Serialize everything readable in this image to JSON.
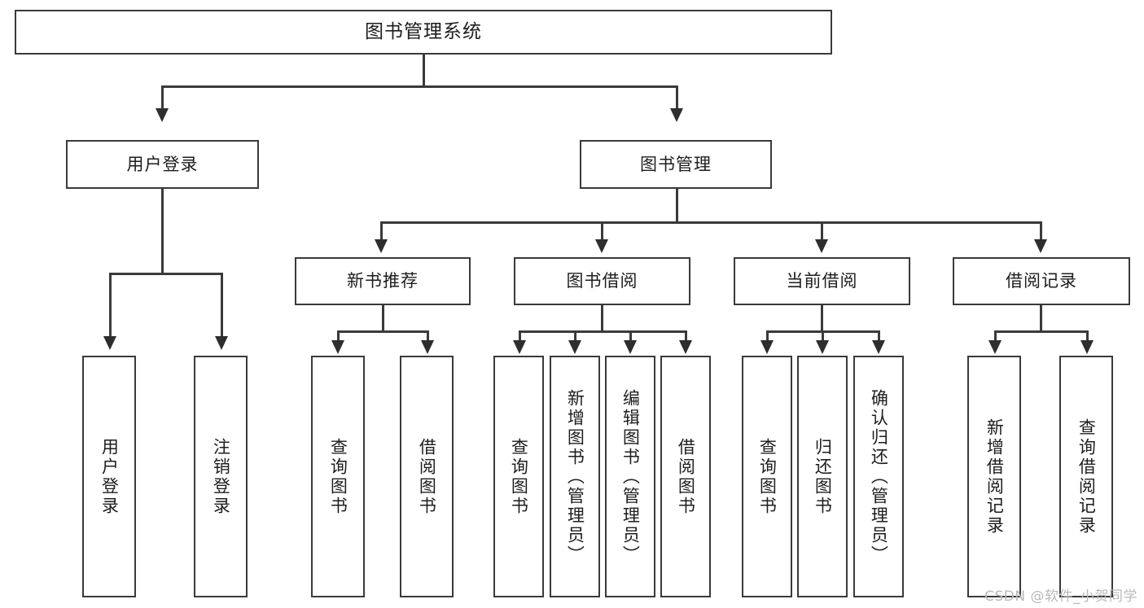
{
  "diagram": {
    "title": "图书管理系统",
    "type": "functional-structure-tree",
    "colors": {
      "stroke": "#3a3a3a",
      "fill": "#ffffff",
      "text": "#1d1d1d",
      "watermark": "#b9b9b9"
    },
    "root": {
      "label": "图书管理系统"
    },
    "level1": [
      {
        "label": "用户登录"
      },
      {
        "label": "图书管理"
      }
    ],
    "level2": [
      {
        "label": "新书推荐"
      },
      {
        "label": "图书借阅"
      },
      {
        "label": "当前借阅"
      },
      {
        "label": "借阅记录"
      }
    ],
    "leaves": {
      "user_login": [
        {
          "label": "用户登录"
        },
        {
          "label": "注销登录"
        }
      ],
      "new_book_recommend": [
        {
          "label": "查询图书"
        },
        {
          "label": "借阅图书"
        }
      ],
      "book_borrow": [
        {
          "label": "查询图书"
        },
        {
          "label": "新增图书（管理员）"
        },
        {
          "label": "编辑图书（管理员）"
        },
        {
          "label": "借阅图书"
        }
      ],
      "current_borrow": [
        {
          "label": "查询图书"
        },
        {
          "label": "归还图书"
        },
        {
          "label": "确认归还（管理员）"
        }
      ],
      "borrow_record": [
        {
          "label": "新增借阅记录"
        },
        {
          "label": "查询借阅记录"
        }
      ]
    }
  },
  "watermark": {
    "text": "CSDN @软件_小贺同学"
  }
}
